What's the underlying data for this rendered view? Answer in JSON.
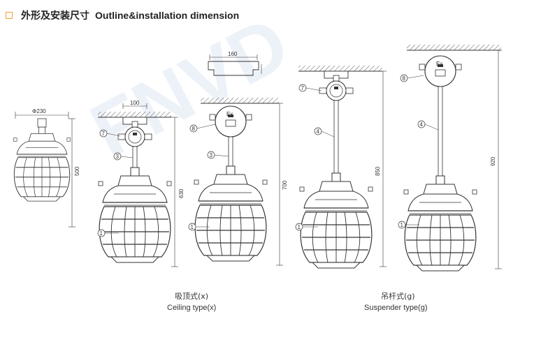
{
  "header": {
    "title_cn": "外形及安装尺寸",
    "title_en": "Outline&installation dimension"
  },
  "dimensions": {
    "lamp_diameter": "Φ230",
    "lamp_height": "500",
    "ceiling_bracket_width": "100",
    "ceiling_height_1": "630",
    "top_bracket_width": "160",
    "ceiling_height_2": "700",
    "suspender_height_1": "850",
    "suspender_height_2": "920"
  },
  "callouts": {
    "part_1": "1",
    "part_3": "3",
    "part_4": "4",
    "part_7": "7",
    "part_8": "8"
  },
  "badge": {
    "ex_mark": "Ex"
  },
  "captions": {
    "ceiling_cn": "吸顶式(x)",
    "ceiling_en": "Ceiling type(x)",
    "suspender_cn": "吊杆式(g)",
    "suspender_en": "Suspender type(g)"
  },
  "colors": {
    "line": "#333333",
    "hatch": "#555555",
    "heading_square": "#f0a030",
    "watermark": "#dfe8f5"
  }
}
